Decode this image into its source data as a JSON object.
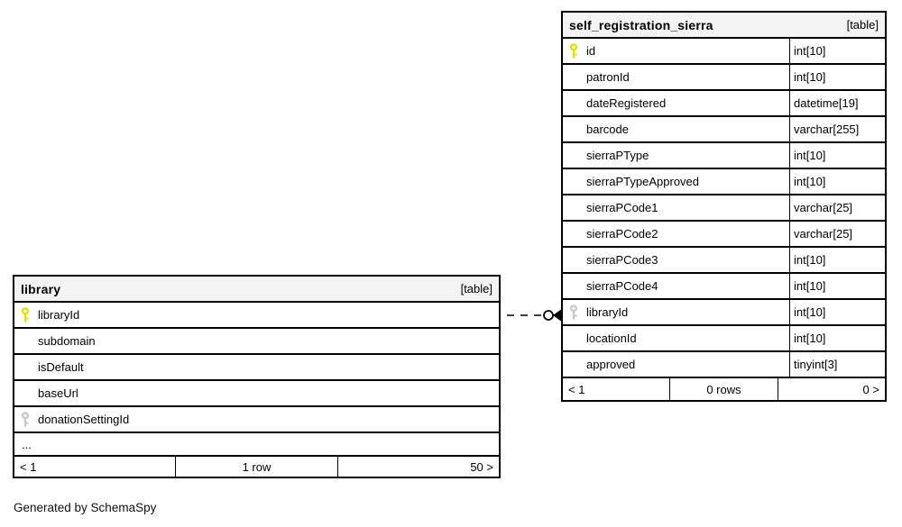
{
  "page": {
    "credit": "Generated by SchemaSpy"
  },
  "colors": {
    "border": "#000000",
    "header_bg": "#f3f3f3",
    "row_bg": "#ffffff",
    "primary_key": "#e3e300",
    "foreign_key": "#c9c9c9",
    "text": "#000000"
  },
  "tables": [
    {
      "name": "library",
      "tag": "[table]",
      "columns": [
        {
          "name": "libraryId",
          "type": "",
          "key": "primary"
        },
        {
          "name": "subdomain",
          "type": "",
          "key": "none"
        },
        {
          "name": "isDefault",
          "type": "",
          "key": "none"
        },
        {
          "name": "baseUrl",
          "type": "",
          "key": "none"
        },
        {
          "name": "donationSettingId",
          "type": "",
          "key": "foreign"
        },
        {
          "name": "...",
          "type": "",
          "key": "ellipsis"
        }
      ],
      "footer": {
        "left": "< 1",
        "center": "1 row",
        "right": "50 >"
      }
    },
    {
      "name": "self_registration_sierra",
      "tag": "[table]",
      "columns": [
        {
          "name": "id",
          "type": "int[10]",
          "key": "primary"
        },
        {
          "name": "patronId",
          "type": "int[10]",
          "key": "none"
        },
        {
          "name": "dateRegistered",
          "type": "datetime[19]",
          "key": "none"
        },
        {
          "name": "barcode",
          "type": "varchar[255]",
          "key": "none"
        },
        {
          "name": "sierraPType",
          "type": "int[10]",
          "key": "none"
        },
        {
          "name": "sierraPTypeApproved",
          "type": "int[10]",
          "key": "none"
        },
        {
          "name": "sierraPCode1",
          "type": "varchar[25]",
          "key": "none"
        },
        {
          "name": "sierraPCode2",
          "type": "varchar[25]",
          "key": "none"
        },
        {
          "name": "sierraPCode3",
          "type": "int[10]",
          "key": "none"
        },
        {
          "name": "sierraPCode4",
          "type": "int[10]",
          "key": "none"
        },
        {
          "name": "libraryId",
          "type": "int[10]",
          "key": "foreign"
        },
        {
          "name": "locationId",
          "type": "int[10]",
          "key": "none"
        },
        {
          "name": "approved",
          "type": "tinyint[3]",
          "key": "none"
        }
      ],
      "footer": {
        "left": "< 1",
        "center": "0 rows",
        "right": "0 >"
      }
    }
  ],
  "relationship": {
    "from_table": "library",
    "from_column": "libraryId",
    "to_table": "self_registration_sierra",
    "to_column": "libraryId",
    "line_style": "dashed",
    "end_markers": "open-circle with solid arrowhead at referencing table"
  }
}
